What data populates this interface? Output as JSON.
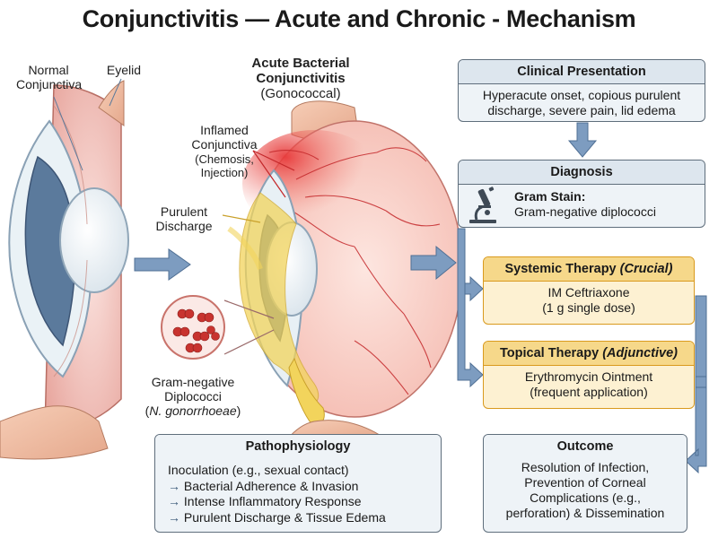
{
  "title": "Conjunctivitis — Acute and Chronic - Mechanism",
  "left_eye": {
    "label_normal_conjunctiva": [
      "Normal",
      "Conjunctiva"
    ],
    "label_eyelid": "Eyelid"
  },
  "middle_eye": {
    "heading": [
      "Acute Bacterial",
      "Conjunctivitis"
    ],
    "subheading": "(Gonococcal)",
    "label_inflamed": [
      "Inflamed",
      "Conjunctiva"
    ],
    "label_inflamed_detail": [
      "(Chemosis,",
      "Injection)"
    ],
    "label_discharge": [
      "Purulent",
      "Discharge"
    ],
    "label_bacteria": [
      "Gram-negative",
      "Diplococci"
    ],
    "label_bacteria_species": "N. gonorrhoeae"
  },
  "pathophysiology": {
    "title": "Pathophysiology",
    "intro": "Inoculation (e.g., sexual contact)",
    "steps": [
      "Bacterial Adherence & Invasion",
      "Intense Inflammatory Response",
      "Purulent Discharge & Tissue Edema"
    ]
  },
  "clinical_presentation": {
    "title": "Clinical Presentation",
    "lines": [
      "Hyperacute onset, copious purulent",
      "discharge, severe pain, lid edema"
    ]
  },
  "diagnosis": {
    "title": "Diagnosis",
    "test": "Gram Stain:",
    "result": "Gram-negative diplococci"
  },
  "systemic_therapy": {
    "title": "Systemic Therapy",
    "qualifier": "(Crucial)",
    "lines": [
      "IM Ceftriaxone",
      "(1 g single dose)"
    ]
  },
  "topical_therapy": {
    "title": "Topical Therapy",
    "qualifier": "(Adjunctive)",
    "lines": [
      "Erythromycin Ointment",
      "(frequent application)"
    ]
  },
  "outcome": {
    "title": "Outcome",
    "lines": [
      "Resolution of Infection,",
      "Prevention of Corneal",
      "Complications (e.g.,",
      "perforation) & Dissemination"
    ]
  },
  "colors": {
    "box_border": "#5f6e7c",
    "box_fill": "#eef3f7",
    "therapy_border": "#d99a1e",
    "therapy_fill": "#fdf1d2",
    "arrow": "#7d9cc0",
    "inflamed_red": "#e84b4b",
    "discharge_yellow": "#f2d45c",
    "iris_blue": "#5b7a9c"
  },
  "icons": [
    "microscope-icon",
    "flow-arrow-icon",
    "bacteria-cluster-icon"
  ]
}
